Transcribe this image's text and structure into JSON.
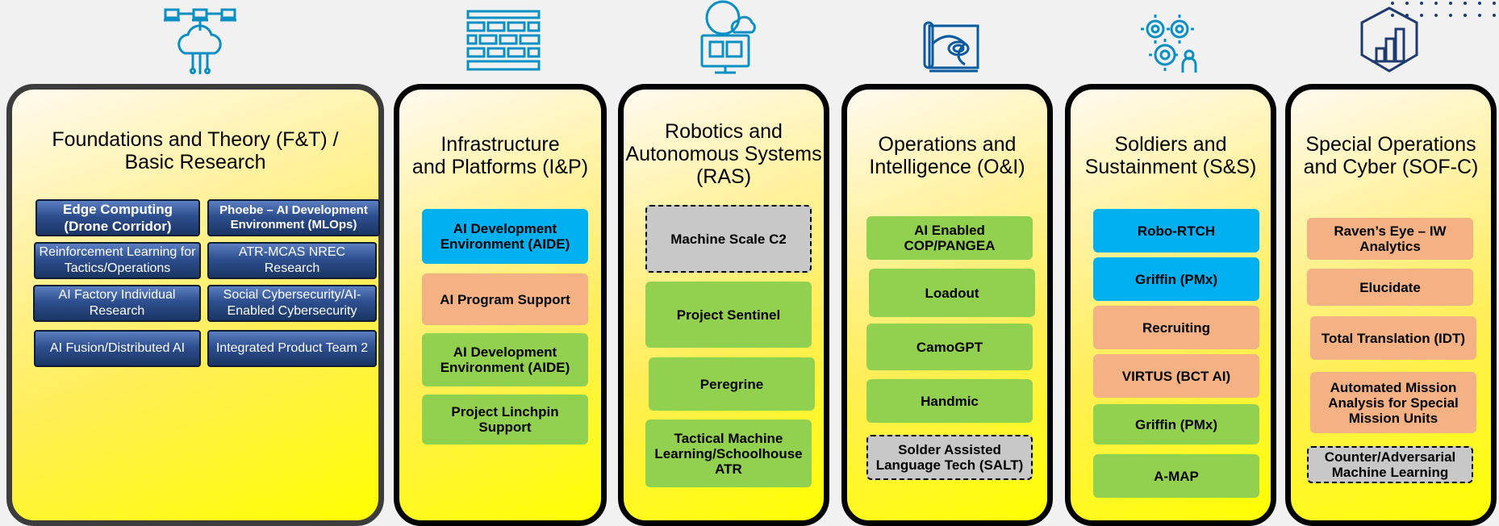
{
  "colors": {
    "blue": "#00b0f0",
    "green": "#92d050",
    "salmon": "#f4b183",
    "gray": "#c8c8c8",
    "icon": "#0a8fc4",
    "navy": "#1f3a6e",
    "panel_yellow": "#ffff00"
  },
  "columns": [
    {
      "icon": "cloud-network-icon",
      "title_lines": [
        "Foundations and Theory (F&T) /",
        "Basic Research"
      ],
      "items": [
        {
          "label": "Edge Computing\n(Drone Corridor)"
        },
        {
          "label": "Phoebe – AI Development Environment  (MLOps)"
        },
        {
          "label": "Reinforcement Learning for Tactics/Operations"
        },
        {
          "label": "ATR-MCAS NREC Research"
        },
        {
          "label": "AI Factory Individual Research"
        },
        {
          "label": "Social Cybersecurity/AI-Enabled Cybersecurity"
        },
        {
          "label": "AI Fusion/Distributed AI"
        },
        {
          "label": "Integrated Product Team 2"
        }
      ]
    },
    {
      "icon": "brick-wall-icon",
      "title_lines": [
        "Infrastructure",
        "and Platforms (I&P)"
      ],
      "items": [
        {
          "label": "AI Development Environment (AIDE)",
          "style": "blue"
        },
        {
          "label": "AI Program Support",
          "style": "salmon"
        },
        {
          "label": "AI Development Environment (AIDE)",
          "style": "green"
        },
        {
          "label": "Project Linchpin Support",
          "style": "green"
        }
      ]
    },
    {
      "icon": "monitor-cloud-icon",
      "title_lines": [
        "Robotics and",
        "Autonomous Systems",
        "(RAS)"
      ],
      "items": [
        {
          "label": "Machine Scale C2",
          "style": "gray"
        },
        {
          "label": "Project Sentinel",
          "style": "green"
        },
        {
          "label": "Peregrine",
          "style": "green"
        },
        {
          "label": "Tactical Machine Learning/Schoolhouse ATR",
          "style": "green"
        }
      ]
    },
    {
      "icon": "blueprint-icon",
      "title_lines": [
        "Operations and",
        "Intelligence (O&I)"
      ],
      "items": [
        {
          "label": "AI Enabled COP/PANGEA",
          "style": "green"
        },
        {
          "label": "Loadout",
          "style": "green"
        },
        {
          "label": "CamoGPT",
          "style": "green"
        },
        {
          "label": "Handmic",
          "style": "green"
        },
        {
          "label": "Solder Assisted Language Tech (SALT)",
          "style": "gray"
        }
      ]
    },
    {
      "icon": "gears-person-icon",
      "title_lines": [
        "Soldiers and",
        "Sustainment (S&S)"
      ],
      "items": [
        {
          "label": "Robo-RTCH",
          "style": "blue"
        },
        {
          "label": "Griffin (PMx)",
          "style": "blue"
        },
        {
          "label": "Recruiting",
          "style": "salmon"
        },
        {
          "label": "VIRTUS (BCT AI)",
          "style": "salmon"
        },
        {
          "label": "Griffin (PMx)",
          "style": "green"
        },
        {
          "label": "A-MAP",
          "style": "green"
        }
      ]
    },
    {
      "icon": "hexagon-chart-icon",
      "title_lines": [
        "Special Operations",
        "and Cyber (SOF-C)"
      ],
      "items": [
        {
          "label": "Raven’s Eye – IW Analytics",
          "style": "salmon"
        },
        {
          "label": "Elucidate",
          "style": "salmon"
        },
        {
          "label": "Total Translation (IDT)",
          "style": "salmon"
        },
        {
          "label": "Automated Mission Analysis for Special Mission Units",
          "style": "salmon"
        },
        {
          "label": "Counter/Adversarial Machine Learning",
          "style": "gray"
        }
      ]
    }
  ]
}
